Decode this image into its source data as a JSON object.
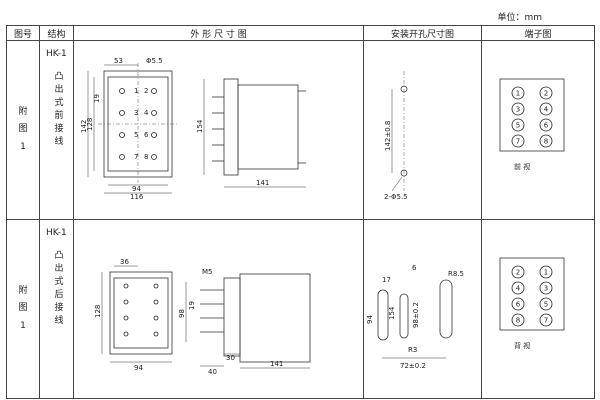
{
  "unit_label": "单位：mm",
  "headers": [
    "图号",
    "结构",
    "外 形 尺 寸 图",
    "安装开孔尺寸图",
    "端子图"
  ],
  "rows": [
    {
      "fig_no": "附\n图\n1",
      "code": "HK-1",
      "structure": "凸\n出\n式\n前\n接\n线",
      "view_label": "前 视",
      "dims": {
        "d53": "53",
        "phi55": "Φ5.5",
        "d142": "142",
        "d128": "128",
        "d19": "19",
        "d94": "94",
        "d116": "116",
        "d154": "154",
        "d141": "141",
        "hole_142": "142±0.8",
        "hole_2phi": "2-Φ5.5"
      },
      "front_terms": [
        "1",
        "2",
        "3",
        "4",
        "5",
        "6",
        "7",
        "8"
      ],
      "terminals": [
        "1",
        "2",
        "3",
        "4",
        "5",
        "6",
        "7",
        "8"
      ]
    },
    {
      "fig_no": "附\n图\n1",
      "code": "HK-1",
      "structure": "凸\n出\n式\n后\n接\n线",
      "view_label": "背 视",
      "dims": {
        "d36": "36",
        "m5": "M5",
        "d128": "128",
        "d98": "98",
        "d19": "19",
        "d94": "94",
        "d40": "40",
        "d30": "30",
        "d141": "141",
        "d17": "17",
        "d6": "6",
        "r85": "R8.5",
        "d154": "154",
        "d94h": "94",
        "d98h": "98±0.2",
        "r3": "R3",
        "d72": "72±0.2"
      },
      "terminals": [
        "2",
        "1",
        "4",
        "3",
        "6",
        "5",
        "8",
        "7"
      ]
    }
  ]
}
